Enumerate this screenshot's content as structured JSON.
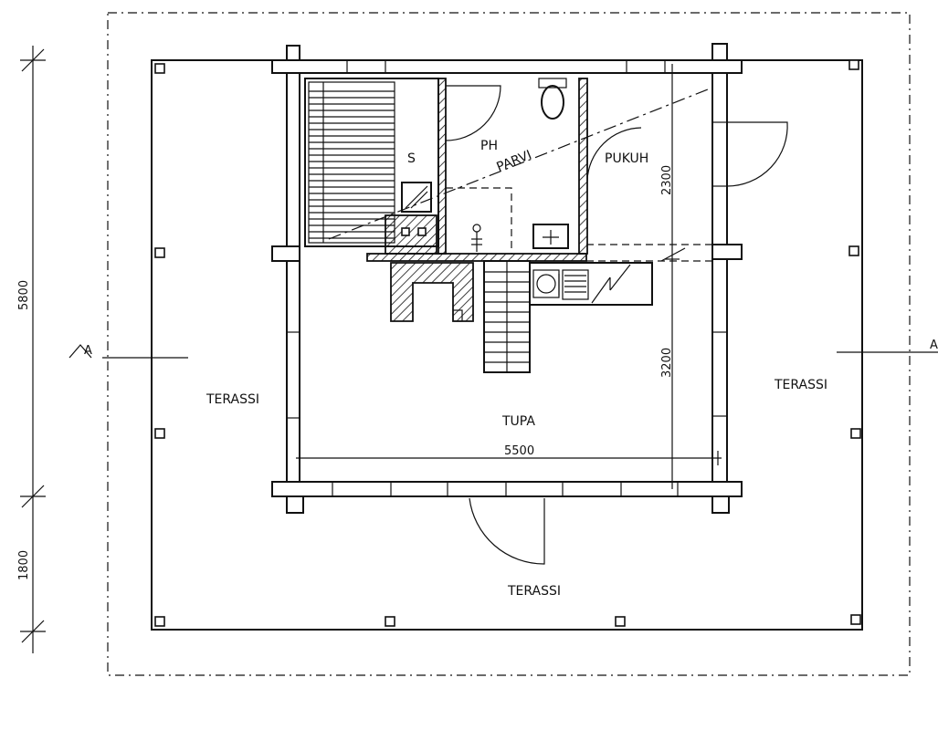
{
  "rooms": {
    "sauna": "S",
    "washroom": "PH",
    "loft": "PARVI",
    "dressing": "PUKUH",
    "living": "TUPA",
    "terrace_left": "TERASSI",
    "terrace_right": "TERASSI",
    "terrace_bottom": "TERASSI"
  },
  "dimensions": {
    "overall_depth": "5800",
    "porch_depth": "1800",
    "width": "5500",
    "upper_depth": "2300",
    "lower_depth": "3200"
  },
  "section": {
    "left": "A",
    "right": "A"
  }
}
